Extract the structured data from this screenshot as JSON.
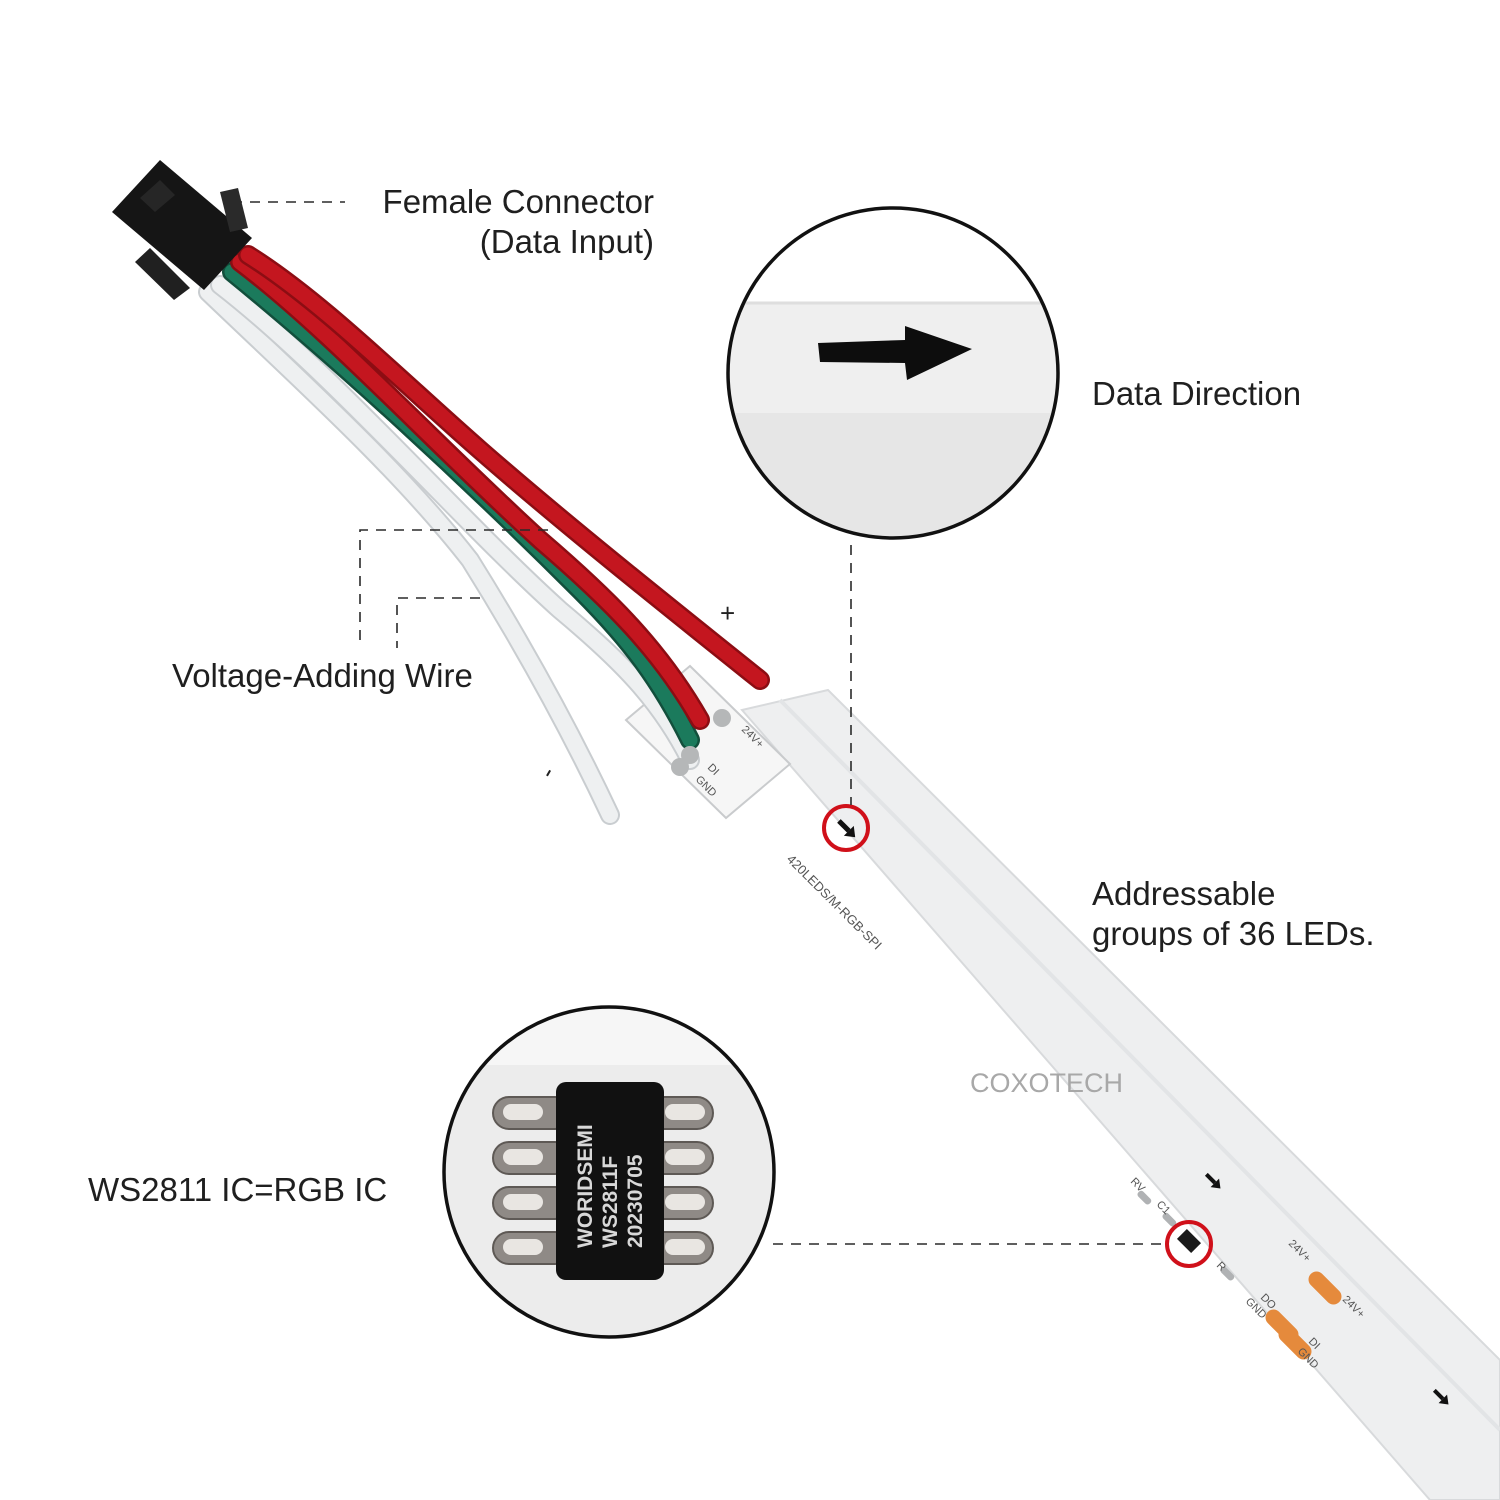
{
  "labels": {
    "female_connector_line1": "Female Connector",
    "female_connector_line2": "(Data Input)",
    "data_direction": "Data Direction",
    "voltage_wire": "Voltage-Adding Wire",
    "addressable_line1": "Addressable",
    "addressable_line2": "groups of 36 LEDs.",
    "ic_label": "WS2811 IC=RGB IC",
    "watermark": "COXOTECH"
  },
  "strip_markings": {
    "model": "420LEDS/M-RGB-SPI",
    "pad_24v": "24V+",
    "pad_di": "DI",
    "pad_do": "DO",
    "pad_gnd": "GND",
    "comp_rv": "RV",
    "comp_c1": "C1",
    "comp_r": "R"
  },
  "wire_signs": {
    "plus": "+",
    "minus": "-"
  },
  "chip": {
    "line1": "WORIDSEMI",
    "line2": "WS2811F",
    "line3": "20230705"
  },
  "colors": {
    "wire_red": "#c4161f",
    "wire_green": "#1b7a5c",
    "wire_white": "#eceff1",
    "strip": "#f2f3f4",
    "highlight": "#d0101a",
    "pad_copper": "#e58a3c",
    "connector": "#151515"
  }
}
